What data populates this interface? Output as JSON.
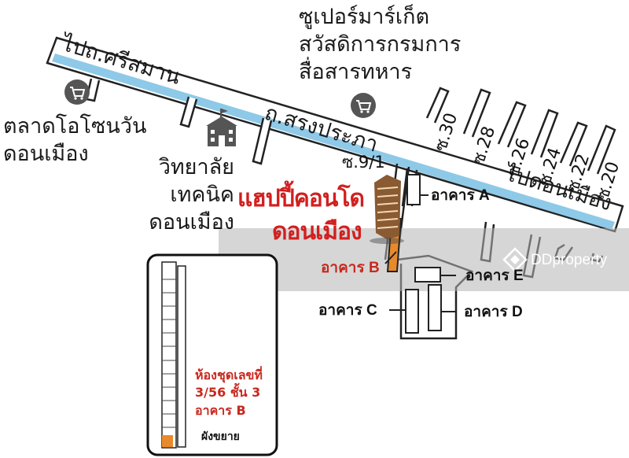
{
  "roads": {
    "main_to_srisaman": "ไปถ.ศรีสมาน",
    "srongprapha": "ถ.สรงประภา",
    "to_donmueang": "ไปดอนเมือง"
  },
  "sois": [
    "ซ.30",
    "ซ.28",
    "ซ.26",
    "ซ.24",
    "ซ.22",
    "ซ.20",
    "ซ.9/1"
  ],
  "landmarks": {
    "supermarket": [
      "ซูเปอร์มาร์เก็ต",
      "สวัสดิการกรมการ",
      "สื่อสารทหาร"
    ],
    "market": [
      "ตลาดโอโซนวัน",
      "ดอนเมือง"
    ],
    "college": [
      "วิทยาลัย",
      "เทคนิค",
      "ดอนเมือง"
    ]
  },
  "condo": {
    "name_line1": "แฮปปี้คอนโด",
    "name_line2": "ดอนเมือง"
  },
  "buildings": {
    "a": "อาคาร A",
    "b": "อาคาร B",
    "c": "อาคาร C",
    "d": "อาคาร D",
    "e": "อาคาร E"
  },
  "inset": {
    "unit_line1": "ห้องชุดเลขที่",
    "unit_line2": "3/56 ชั้น 3",
    "unit_line3": "อาคาร B",
    "caption": "ผังขยาย"
  },
  "watermark": "DDproperty",
  "icons": {
    "shopping": "shopping-cart-icon",
    "school": "school-building-icon",
    "condo": "condo-tower-icon",
    "watermark": "ddproperty-logo-icon"
  },
  "colors": {
    "water": "#8ec9e8",
    "condo_red": "#d21f1f",
    "highlight_orange": "#e8892c",
    "road_outline": "#222222"
  }
}
